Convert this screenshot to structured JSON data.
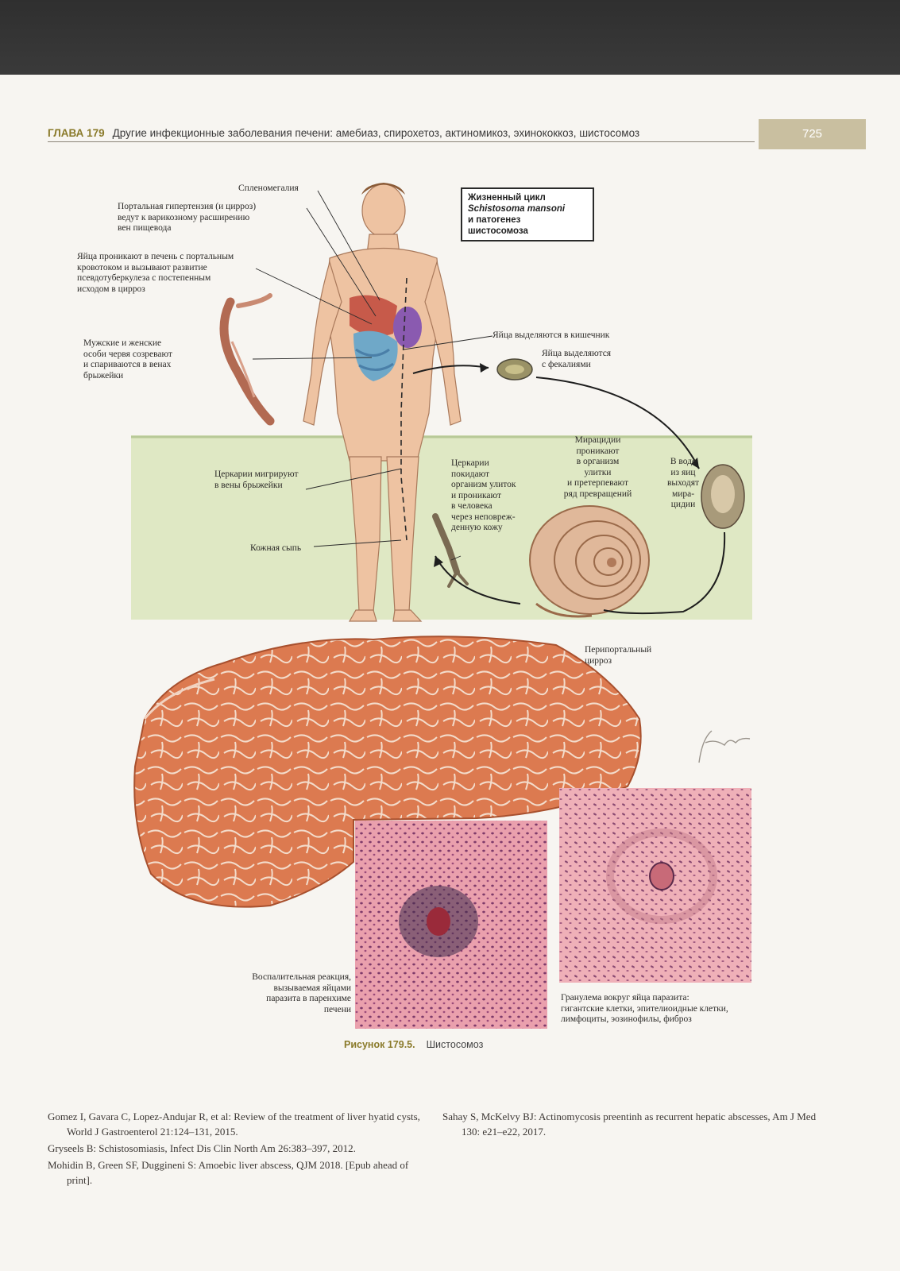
{
  "header": {
    "chapter": "ГЛАВА 179",
    "title": "Другие инфекционные заболевания печени: амебиаз, спирохетоз, актиномикоз, эхинококкоз, шистосомоз",
    "page_number": "725"
  },
  "figure": {
    "box_line1": "Жизненный цикл",
    "box_line2": "Schistosoma mansoni",
    "box_line3": "и патогенез",
    "box_line4": "шистосомоза",
    "labels": {
      "splenomegaly": "Спленомегалия",
      "portal_hypertension": "Портальная гипертензия (и цирроз)\nведут к варикозному расширению\nвен пищевода",
      "eggs_liver": "Яйца проникают в печень с портальным\nкровотоком и вызывают развитие\nпсевдотуберкулеза с постепенным\nисходом в цирроз",
      "worms": "Мужские и женские\nособи червя созревают\nи спариваются в венах\nбрыжейки",
      "eggs_intestine": "Яйца выделяются в кишечник",
      "eggs_feces": "Яйца выделяются\nс фекалиями",
      "miracidia_snail": "Мирацидии\nпроникают\nв организм\nулитки\nи претерпевают\nряд превращений",
      "miracidia_water": "В воде\nиз яиц\nвыходят\nмира-\nцидии",
      "cercariae_leave": "Церкарии\nпокидают\nорганизм улиток\nи проникают\nв человека\nчерез неповреж-\nденную кожу",
      "cercariae_migrate": "Церкарии мигрируют\nв вены брыжейки",
      "skin_rash": "Кожная сыпь",
      "periportal": "Перипортальный\nцирроз",
      "inflammation": "Воспалительная реакция,\nвызываемая яйцами\nпаразита в паренхиме\nпечени",
      "granuloma": "Гранулема вокруг яйца паразита:\nгигантские клетки, эпителиоидные клетки,\nлимфоциты, эозинофилы, фиброз"
    },
    "caption_label": "Рисунок 179.5.",
    "caption_text": "Шистосомоз"
  },
  "references": {
    "left": [
      "Gomez I, Gavara C, Lopez-Andujar R, et al: Review of the treatment of liver hyatid cysts, World J Gastroenterol 21:124–131, 2015.",
      "Gryseels B: Schistosomiasis, Infect Dis Clin North Am 26:383–397, 2012.",
      "Mohidin B, Green SF, Duggineni S: Amoebic liver abscess, QJM 2018. [Epub ahead of print]."
    ],
    "right": [
      "Sahay S, McKelvy BJ: Actinomycosis preentinh as recurrent hepatic abscesses, Am J Med 130: e21–e22, 2017."
    ]
  },
  "colors": {
    "chapter_accent": "#8a7a2a",
    "page_tab": "#c9bfa0",
    "top_band": "#333333",
    "water": "#dfe8c4",
    "liver": "#d9744a",
    "histology": "#e59aa6"
  }
}
